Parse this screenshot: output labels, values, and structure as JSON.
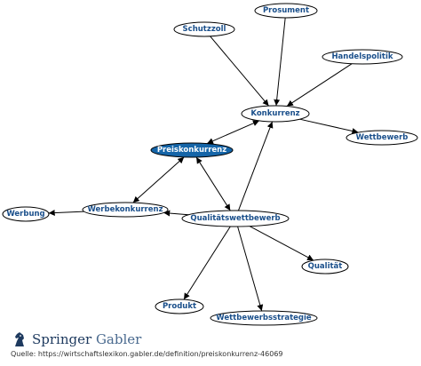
{
  "nodes": [
    {
      "id": "prosument",
      "label": "Prosument"
    },
    {
      "id": "schutzzoll",
      "label": "Schutzzoll"
    },
    {
      "id": "handelspolitik",
      "label": "Handelspolitik"
    },
    {
      "id": "konkurrenz",
      "label": "Konkurrenz"
    },
    {
      "id": "wettbewerb",
      "label": "Wettbewerb"
    },
    {
      "id": "preiskonkurrenz",
      "label": "Preiskonkurrenz",
      "highlighted": true
    },
    {
      "id": "werbekonkurrenz",
      "label": "Werbekonkurrenz"
    },
    {
      "id": "werbung",
      "label": "Werbung"
    },
    {
      "id": "qualitaetswettbewerb",
      "label": "Qualitätswettbewerb"
    },
    {
      "id": "qualitaet",
      "label": "Qualität"
    },
    {
      "id": "produkt",
      "label": "Produkt"
    },
    {
      "id": "wettbewerbsstrategie",
      "label": "Wettbewerbsstrategie"
    }
  ],
  "edges": [
    {
      "from": "schutzzoll",
      "to": "konkurrenz"
    },
    {
      "from": "prosument",
      "to": "konkurrenz"
    },
    {
      "from": "handelspolitik",
      "to": "konkurrenz"
    },
    {
      "from": "konkurrenz",
      "to": "wettbewerb"
    },
    {
      "from": "preiskonkurrenz",
      "to": "konkurrenz",
      "both": true
    },
    {
      "from": "preiskonkurrenz",
      "to": "werbekonkurrenz",
      "both": true
    },
    {
      "from": "preiskonkurrenz",
      "to": "qualitaetswettbewerb",
      "both": true
    },
    {
      "from": "werbekonkurrenz",
      "to": "werbung"
    },
    {
      "from": "qualitaetswettbewerb",
      "to": "werbekonkurrenz"
    },
    {
      "from": "qualitaetswettbewerb",
      "to": "konkurrenz"
    },
    {
      "from": "qualitaetswettbewerb",
      "to": "qualitaet"
    },
    {
      "from": "qualitaetswettbewerb",
      "to": "produkt"
    },
    {
      "from": "qualitaetswettbewerb",
      "to": "wettbewerbsstrategie"
    }
  ],
  "colors": {
    "node_text": "#1a4f8b",
    "node_fill": "#ffffff",
    "node_stroke": "#000000",
    "highlight_fill": "#1565a8",
    "edge": "#000000"
  },
  "footer": {
    "logo_icon": "knight-chess-icon",
    "brand_main": "Springer",
    "brand_sub": "Gabler",
    "source": "Quelle:  https://wirtschaftslexikon.gabler.de/definition/preiskonkurrenz-46069"
  }
}
